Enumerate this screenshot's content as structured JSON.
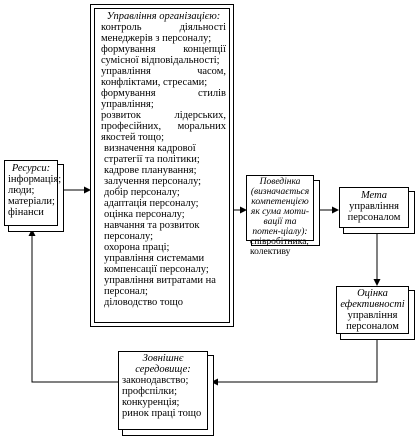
{
  "management": {
    "title": "Управління організацією:",
    "items": [
      "контроль діяльності менеджерів з персоналу;",
      "формування концепції сумісної відповідальності;",
      "управління часом, конфліктами, стресами;",
      "формування стилів управління;",
      "розвиток лідерських, професійних, моральних якостей тощо;"
    ],
    "hr_items": [
      "визначення кадрової стратегії та політики;",
      "кадрове планування;",
      "залучення персоналу;",
      "добір персоналу;",
      "адаптація персоналу;",
      "оцінка персоналу;",
      "навчання та розвиток персоналу;",
      "охорона праці;",
      "управління системами компенсації персоналу;",
      "управління витратами на персонал;",
      "діловодство тощо"
    ]
  },
  "resources": {
    "title": "Ресурси:",
    "items": [
      "інформація;",
      "люди;",
      "матеріали;",
      "фінанси"
    ]
  },
  "behavior": {
    "title": "Поведінка (визначається компетенцією як сума моти-вації та потен-ціалу):",
    "items": [
      "співробітника,",
      "колективу"
    ]
  },
  "goal": {
    "title": "Мета",
    "text": "управління персоналом"
  },
  "evaluation": {
    "title": "Оцінка ефективності",
    "text": "управління персоналом"
  },
  "environment": {
    "title": "Зовнішнє середовище:",
    "items": [
      "законодавство;",
      "профспілки;",
      "конкуренція;",
      "ринок праці тощо"
    ]
  }
}
